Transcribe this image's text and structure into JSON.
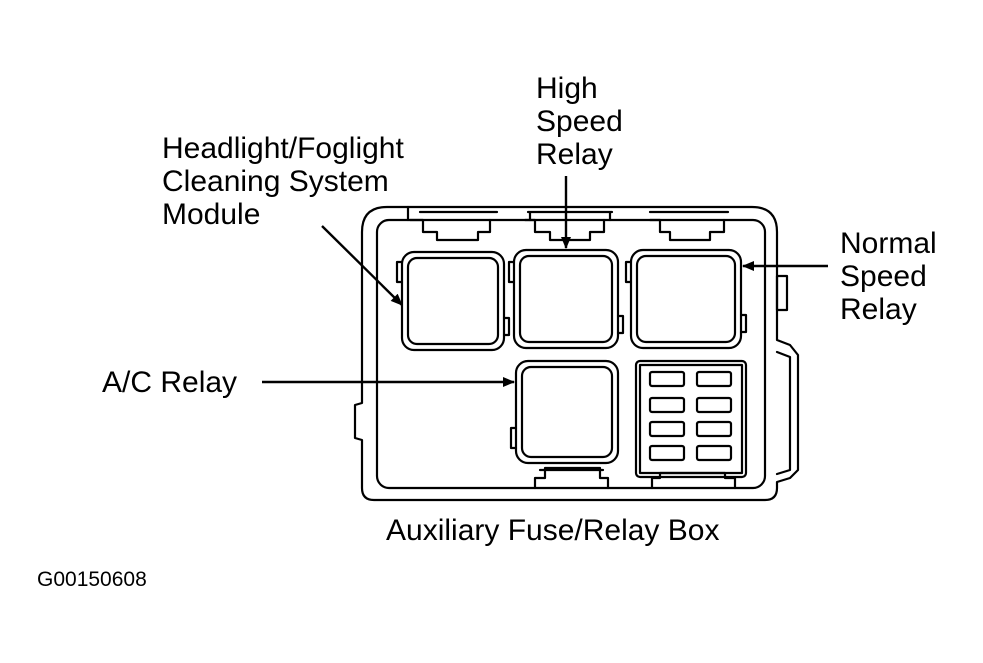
{
  "callouts": {
    "headlight_module": {
      "lines": [
        "Headlight/Foglight",
        "Cleaning System",
        "Module"
      ]
    },
    "high_speed_relay": {
      "lines": [
        "High",
        "Speed",
        "Relay"
      ]
    },
    "normal_speed_relay": {
      "lines": [
        "Normal",
        "Speed",
        "Relay"
      ]
    },
    "ac_relay": {
      "text": "A/C Relay"
    }
  },
  "caption": "Auxiliary Fuse/Relay Box",
  "figure_code": "G00150608",
  "colors": {
    "ink": "#000000",
    "background": "#ffffff"
  }
}
